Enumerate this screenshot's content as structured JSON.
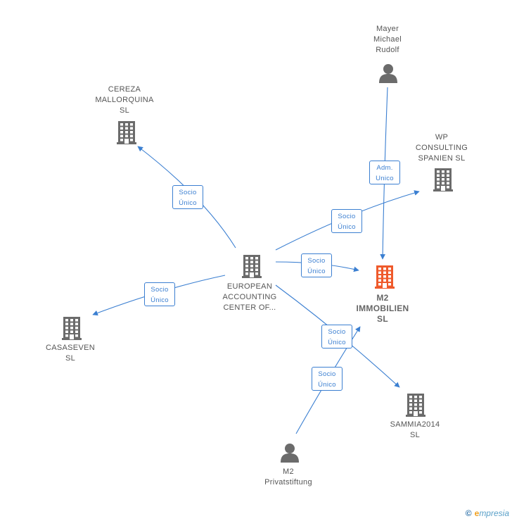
{
  "nodes": {
    "mayer": {
      "type": "person",
      "label": [
        "Mayer",
        "Michael",
        "Rudolf"
      ]
    },
    "cereza": {
      "type": "company",
      "label": [
        "CEREZA",
        "MALLORQUINA",
        "SL"
      ]
    },
    "wp": {
      "type": "company",
      "label": [
        "WP",
        "CONSULTING",
        "SPANIEN SL"
      ]
    },
    "european": {
      "type": "company",
      "label": [
        "EUROPEAN",
        "ACCOUNTING",
        "CENTER OF..."
      ]
    },
    "m2immo": {
      "type": "company",
      "focus": true,
      "label": [
        "M2",
        "IMMOBILIEN",
        "SL"
      ]
    },
    "casaseven": {
      "type": "company",
      "label": [
        "CASASEVEN",
        "SL"
      ]
    },
    "sammia": {
      "type": "company",
      "label": [
        "SAMMIA2014",
        "SL"
      ]
    },
    "m2priv": {
      "type": "person",
      "label": [
        "M2",
        "Privatstiftung"
      ]
    }
  },
  "relations": [
    {
      "id": "r1",
      "from": "mayer",
      "to": "m2immo",
      "label": [
        "Adm.",
        "Unico"
      ]
    },
    {
      "id": "r2",
      "from": "european",
      "to": "cereza",
      "label": [
        "Socio",
        "Único"
      ]
    },
    {
      "id": "r3",
      "from": "european",
      "to": "wp",
      "label": [
        "Socio",
        "Único"
      ]
    },
    {
      "id": "r4",
      "from": "european",
      "to": "m2immo",
      "label": [
        "Socio",
        "Único"
      ]
    },
    {
      "id": "r5",
      "from": "european",
      "to": "casaseven",
      "label": [
        "Socio",
        "Único"
      ]
    },
    {
      "id": "r6",
      "from": "european",
      "to": "sammia",
      "label": [
        "Socio",
        "Único"
      ]
    },
    {
      "id": "r7",
      "from": "m2priv",
      "to": "m2immo",
      "label": [
        "Socio",
        "Único"
      ]
    }
  ],
  "colors": {
    "edge": "#3b7fd1",
    "company": "#6b6b6b",
    "focus": "#ef5a2b",
    "person": "#6b6b6b"
  },
  "footer": {
    "copyright": "©",
    "brand_first": "e",
    "brand_rest": "mpresia"
  }
}
